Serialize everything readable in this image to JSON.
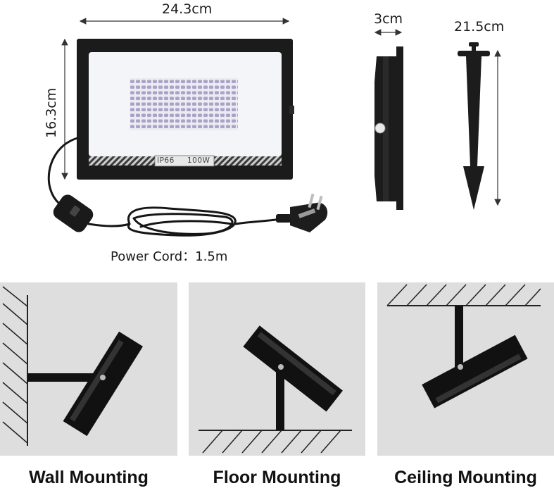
{
  "dimensions": {
    "width_label": "24.3cm",
    "height_label": "16.3cm",
    "depth_label": "3cm",
    "stake_label": "21.5cm"
  },
  "fixture": {
    "rating_text": "IP66",
    "power_text": "100W",
    "body_color": "#1b1b1b",
    "lens_color": "#f4f5f9",
    "led_color": "#a9a3c6"
  },
  "cord": {
    "label": "Power Cord：1.5m"
  },
  "mounting": {
    "panel_color": "#dedede",
    "options": [
      {
        "label": "Wall Mounting"
      },
      {
        "label": "Floor Mounting"
      },
      {
        "label": "Ceiling Mounting"
      }
    ]
  }
}
